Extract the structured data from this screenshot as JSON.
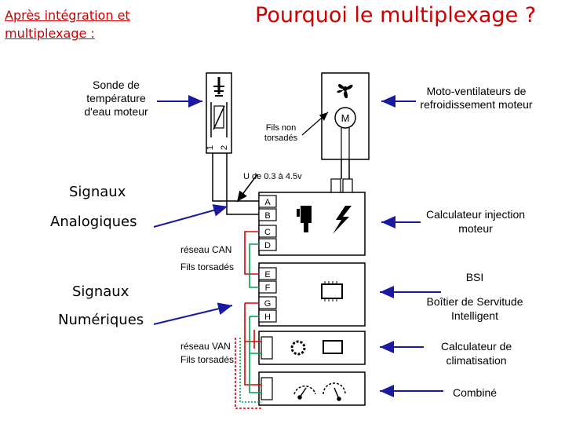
{
  "title": "Pourquoi le multiplexage ?",
  "subtitle_line1": "Après intégration et",
  "subtitle_line2": "multiplexage :",
  "sensor": {
    "label": "Sonde de température d'eau moteur",
    "pin1": "1",
    "pin2": "2"
  },
  "fans": {
    "label": "Moto-ventilateurs de refroidissement moteur",
    "motor": "M"
  },
  "wires_label": "Fils non torsadés",
  "voltage_label": "U de 0.3 à 4.5v",
  "signaux_analog": {
    "line1": "Signaux",
    "line2": "Analogiques"
  },
  "signaux_num": {
    "line1": "Signaux",
    "line2": "Numériques"
  },
  "can_label": {
    "line1": "réseau CAN",
    "line2": "Fils torsadés"
  },
  "van_label": {
    "line1": "réseau VAN",
    "line2": "Fils torsadés"
  },
  "pins": [
    "A",
    "B",
    "C",
    "D",
    "E",
    "F",
    "G",
    "H"
  ],
  "ecu_injection": "Calculateur injection moteur",
  "bsi": {
    "line1": "BSI",
    "line2": "Boîtier de Servitude Intelligent"
  },
  "clim": "Calculateur de climatisation",
  "combine": "Combiné",
  "colors": {
    "title": "#cc0000",
    "wire_red": "#dd0000",
    "wire_green": "#00a050",
    "arrow": "#1a1aa0",
    "box_border": "#000000"
  }
}
